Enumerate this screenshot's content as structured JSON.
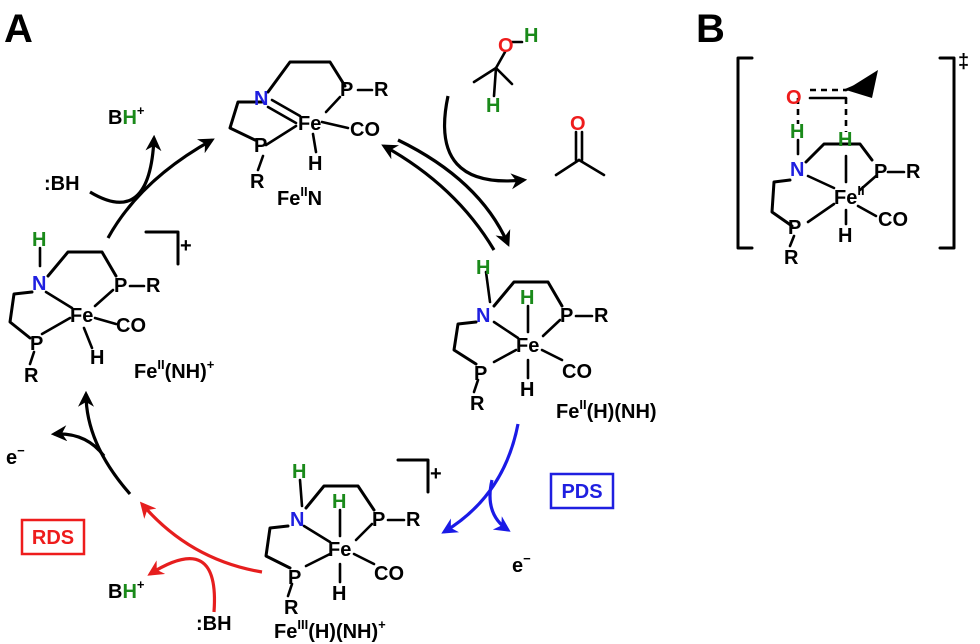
{
  "panels": {
    "a": "A",
    "b": "B"
  },
  "atoms": {
    "N": "N",
    "P": "P",
    "R": "R",
    "Fe": "Fe",
    "CO": "CO",
    "H": "H",
    "O": "O",
    "B": "B",
    "BH_base": ":BH",
    "e": "e",
    "plus": "+",
    "minus": "−",
    "dagger": "‡"
  },
  "species": {
    "FeN": {
      "main": "Fe",
      "ox": "II",
      "rest": "N"
    },
    "FeNH_plus": {
      "main": "Fe",
      "ox": "II",
      "rest": "(NH)",
      "charge": "+"
    },
    "FeH_NH": {
      "main": "Fe",
      "ox": "II",
      "rest": "(H)(NH)"
    },
    "FeIII": {
      "main": "Fe",
      "ox": "III",
      "rest": "(H)(NH)",
      "charge": "+"
    }
  },
  "steps": {
    "pds": "PDS",
    "rds": "RDS"
  },
  "colors": {
    "blue": "#1f1fe0",
    "green": "#1a8a1a",
    "red": "#ee1c1c",
    "pds_arrow": "#1a1ae6",
    "rds_arrow": "#e61e1e"
  }
}
